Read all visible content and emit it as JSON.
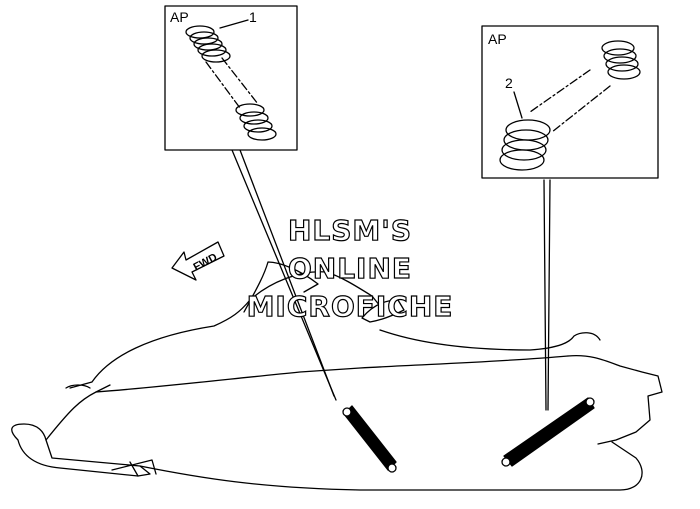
{
  "callouts": [
    {
      "tag": "AP",
      "part_number": "1"
    },
    {
      "tag": "AP",
      "part_number": "2"
    }
  ],
  "direction_label": "FWD",
  "watermark": {
    "line1": "HLSM'S",
    "line2": "ONLINE",
    "line3": "MICROFICHE"
  },
  "colors": {
    "ink": "#000000",
    "paper": "#ffffff"
  }
}
